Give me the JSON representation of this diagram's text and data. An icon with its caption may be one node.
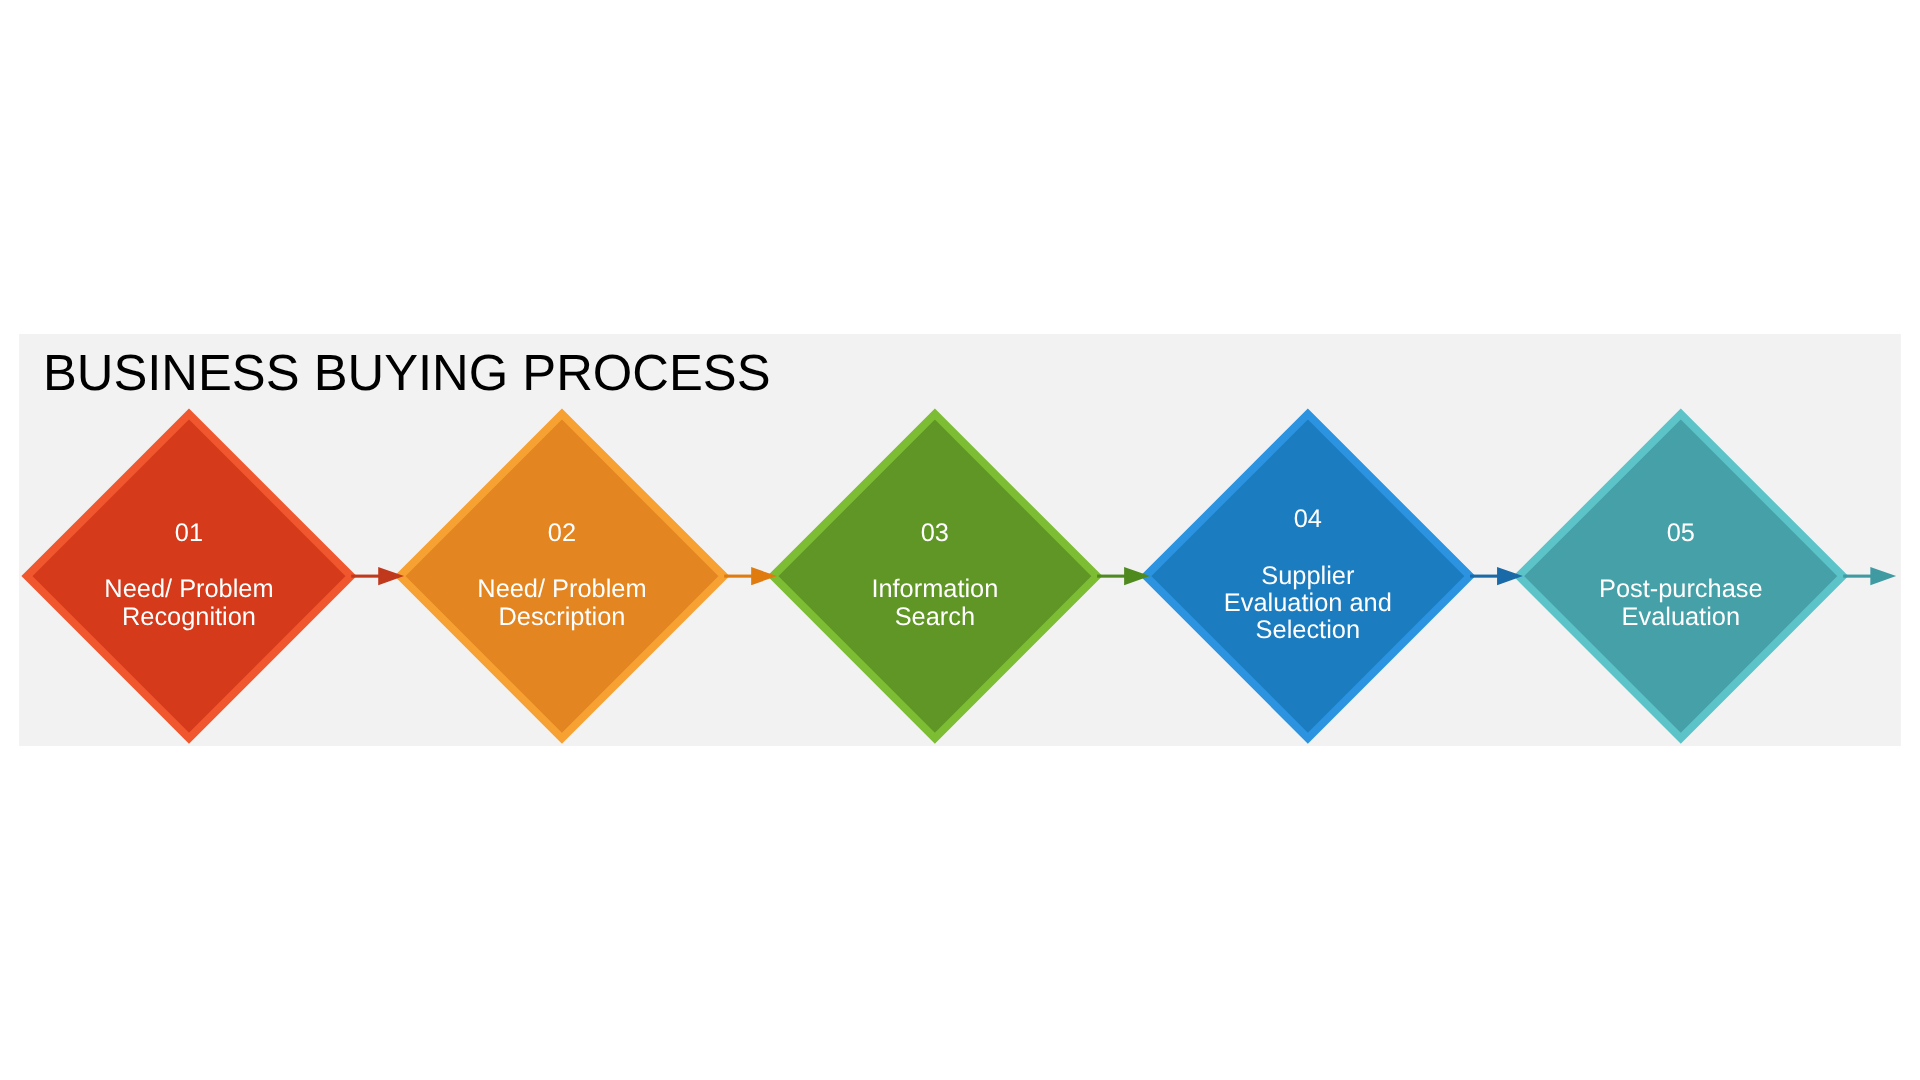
{
  "diagram": {
    "title": "BUSINESS BUYING PROCESS",
    "nodes": [
      {
        "text": [
          "01",
          "Need/ Problem Recognition"
        ]
      },
      {
        "text": [
          "02",
          "Need/ Problem Description"
        ]
      },
      {
        "text": [
          "03",
          "Information Search"
        ]
      },
      {
        "text": [
          "04",
          "Supplier Evaluation and Selection"
        ]
      },
      {
        "text": [
          "05",
          "Post-purchase Evaluation"
        ]
      }
    ],
    "edges": [
      {
        "from": 0,
        "to": 1,
        "arrow": "to",
        "color": "#c0391c"
      },
      {
        "from": 1,
        "to": 2,
        "arrow": "to",
        "color": "#e07b10"
      },
      {
        "from": 2,
        "to": 3,
        "arrow": "to",
        "color": "#4f8a1e"
      },
      {
        "from": 3,
        "to": 4,
        "arrow": "to",
        "color": "#1a6aa8"
      },
      {
        "from": 4,
        "to": null,
        "arrow": "to",
        "color": "#3f9aa2"
      }
    ]
  }
}
